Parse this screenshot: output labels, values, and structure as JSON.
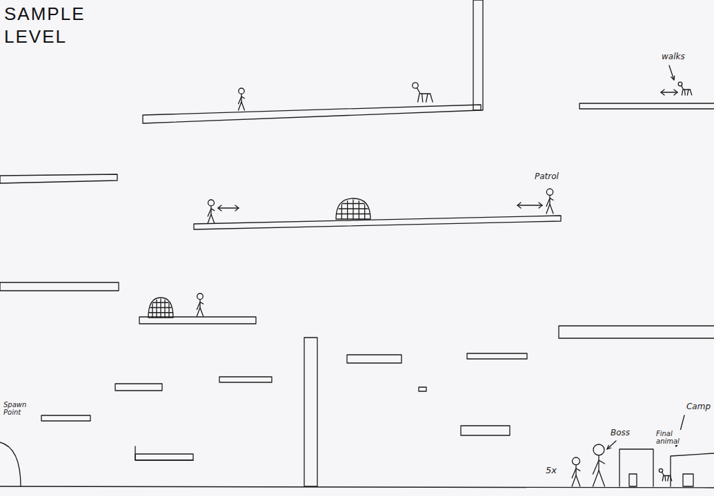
{
  "diagram": {
    "title": "SAMPLE LEVEL",
    "labels": [
      "walks",
      "Patrol",
      "Spawn Point",
      "Boss",
      "Camp",
      "5x",
      "Final animal"
    ]
  }
}
